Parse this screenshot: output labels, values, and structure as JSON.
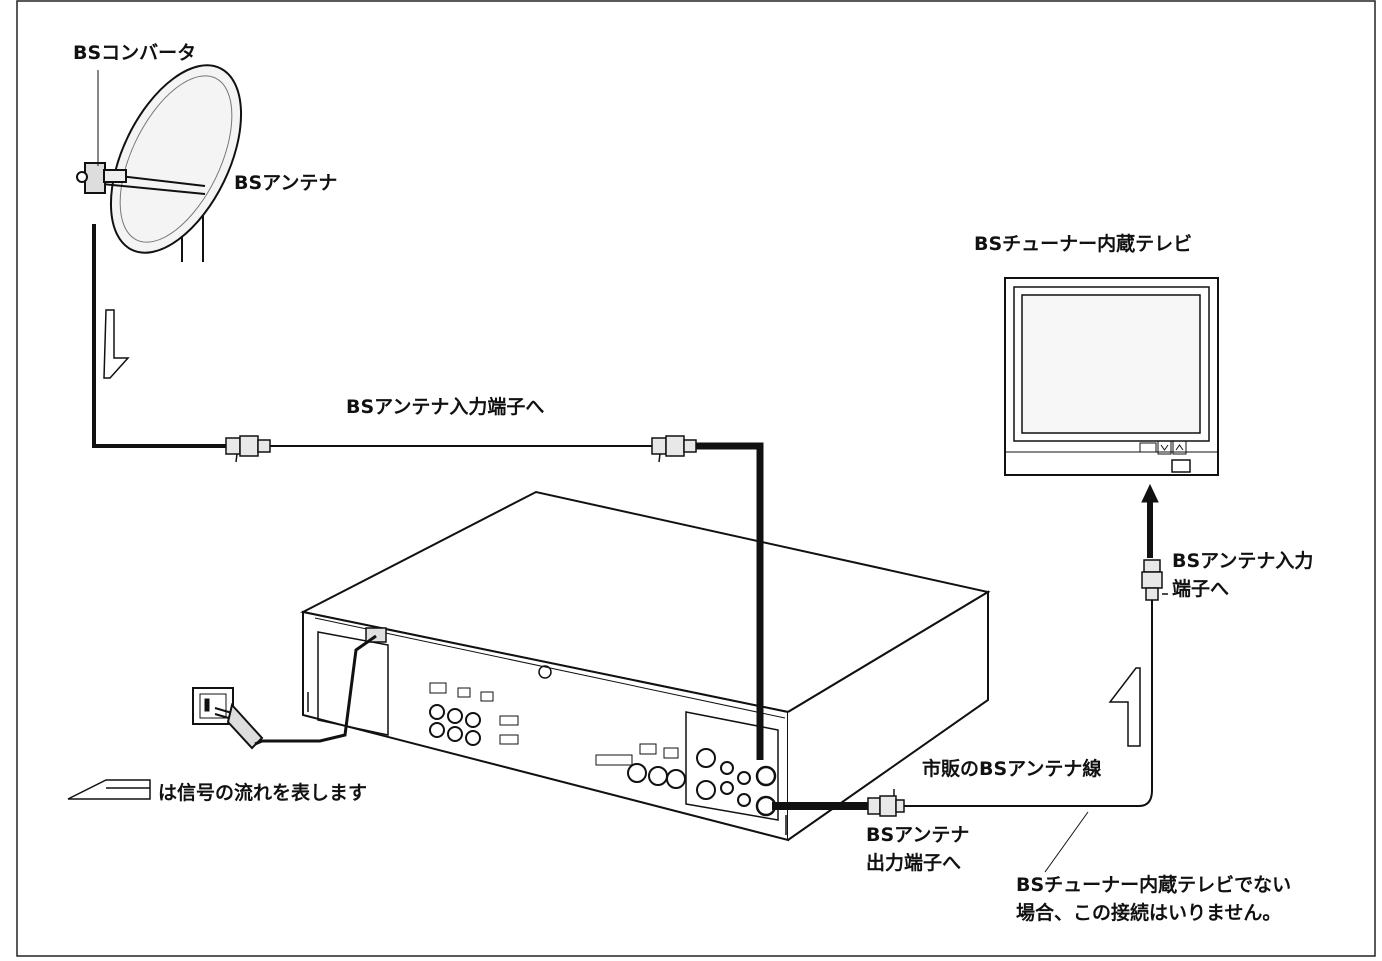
{
  "labels": {
    "bs_converter": "BSコンバータ",
    "bs_antenna": "BSアンテナ",
    "bs_tuner_tv": "BSチューナー内蔵テレビ",
    "antenna_input_to": "BSアンテナ入力端子へ",
    "tv_input_line1": "BSアンテナ入力",
    "tv_input_line2": "端子へ",
    "commercial_cable": "市販のBSアンテナ線",
    "signal_legend": "は信号の流れを表します",
    "output_line1": "BSアンテナ",
    "output_line2": "出力端子へ",
    "note_line1": "BSチューナー内蔵テレビでない",
    "note_line2": "場合、この接続はいりません。"
  },
  "colors": {
    "line": "#111111",
    "background": "#ffffff",
    "shade": "#d8d8d8"
  },
  "icons": {
    "antenna": "satellite-dish-icon",
    "tv": "television-icon",
    "recorder": "video-recorder-icon",
    "outlet": "wall-outlet-icon",
    "plug": "power-plug-icon",
    "connector": "f-connector-icon",
    "flow": "signal-flow-arrow-icon"
  }
}
